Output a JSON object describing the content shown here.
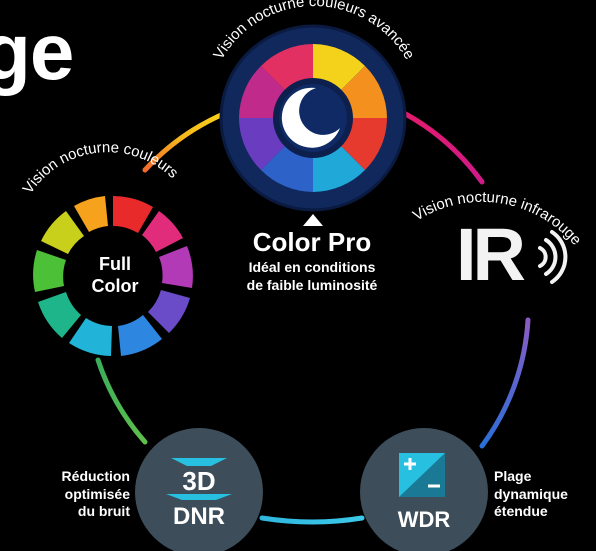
{
  "headline": "ge",
  "color_pro": {
    "arc_label": "Vision nocturne couleurs avancée",
    "title": "Color Pro",
    "sub_line1": "Idéal en conditions",
    "sub_line2": "de faible luminosité"
  },
  "full_color": {
    "arc_label": "Vision nocturne couleurs",
    "line1": "Full",
    "line2": "Color"
  },
  "infrared": {
    "arc_label": "Vision nocturne infrarouge",
    "logo": "IR"
  },
  "dnr": {
    "line1": "3D",
    "line2": "DNR",
    "desc_line1": "Réduction",
    "desc_line2": "optimisée",
    "desc_line3": "du bruit"
  },
  "wdr": {
    "label": "WDR",
    "desc_line1": "Plage",
    "desc_line2": "dynamique",
    "desc_line3": "étendue"
  },
  "colors": {
    "background": "#000000",
    "node_dark": "#3d4d59",
    "shield_bg": "#10285c",
    "accent_cyan": "#28c0e0"
  }
}
